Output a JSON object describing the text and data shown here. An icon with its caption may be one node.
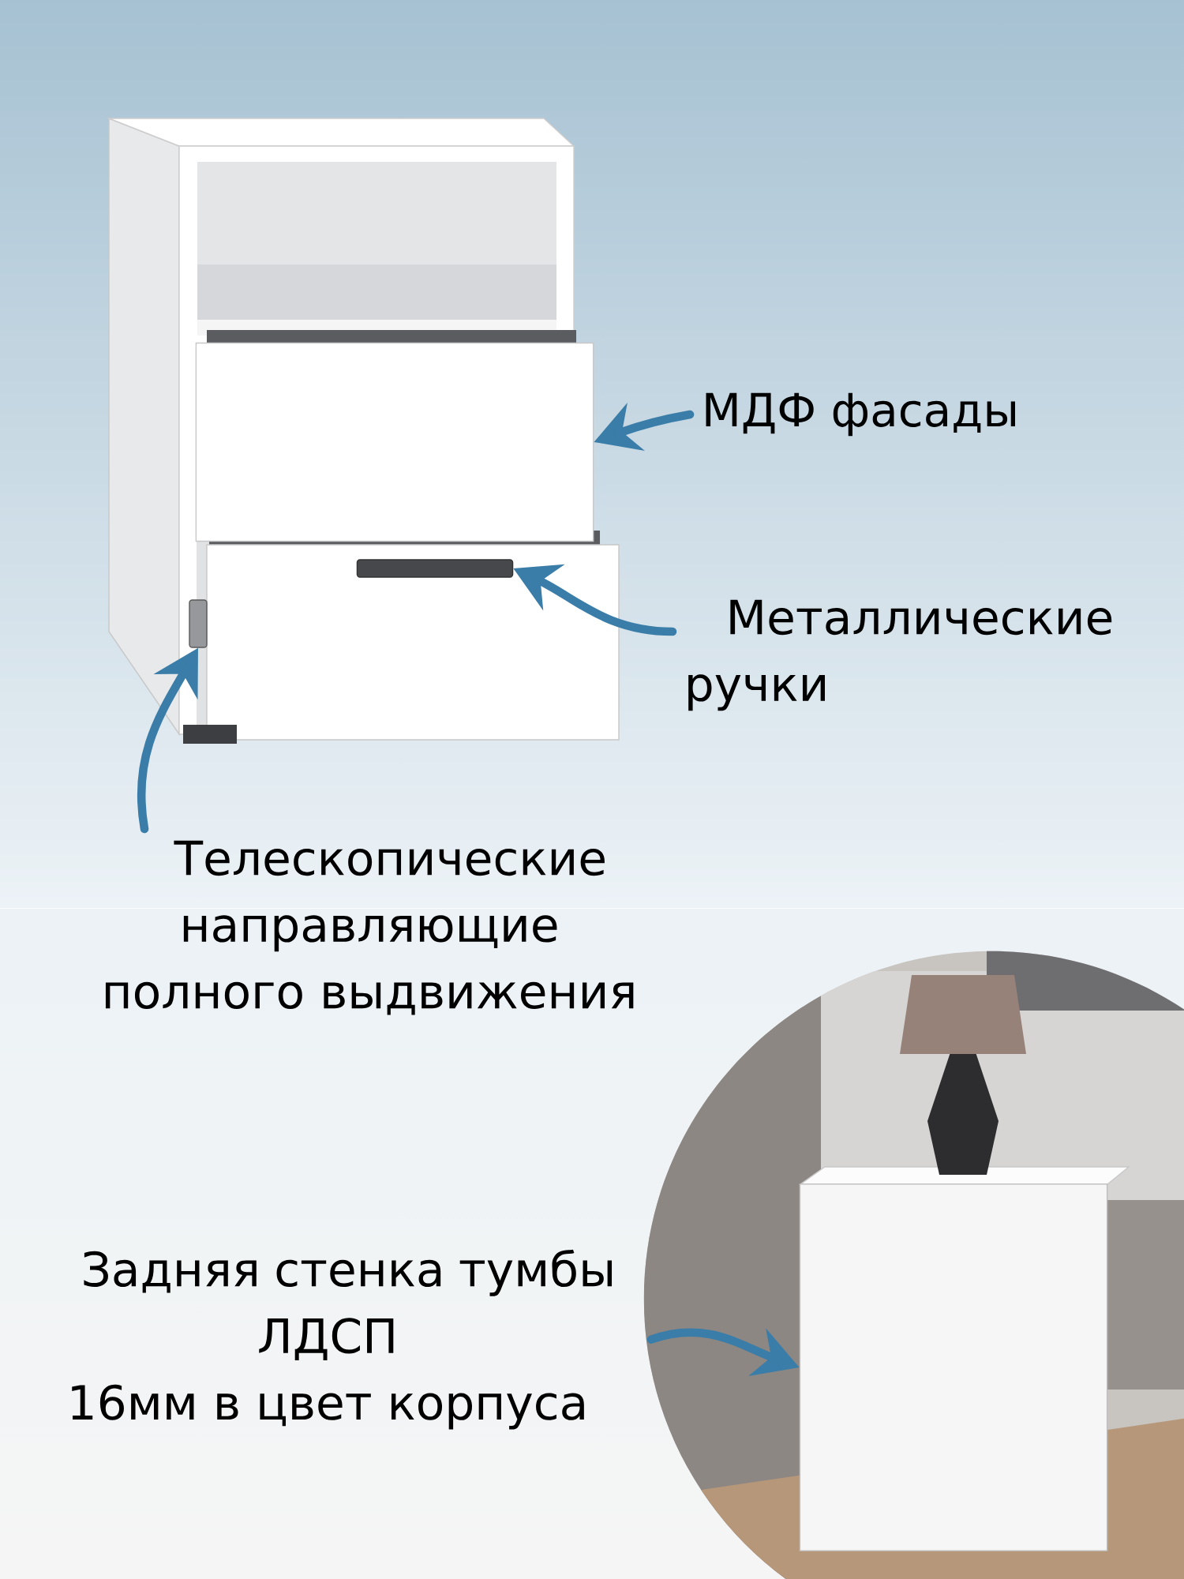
{
  "diagram": {
    "nodes": [
      {
        "text": [
          "МДФ фасады"
        ]
      },
      {
        "text": [],
        "shape": "box"
      },
      {
        "text": [
          "Металлические ручки"
        ]
      },
      {
        "text": [],
        "shape": "bar"
      },
      {
        "text": [
          "Телескопические направляющие полного выдвижения"
        ]
      },
      {
        "text": [],
        "shape": "bar"
      },
      {
        "text": [
          "Задняя стенка тумбы ЛДСП 16мм в цвет корпуса"
        ]
      },
      {
        "text": [],
        "shape": "box"
      }
    ],
    "edges": [
      {
        "from": 0,
        "to": 1,
        "arrow": "to"
      },
      {
        "from": 2,
        "to": 3,
        "arrow": "to"
      },
      {
        "from": 4,
        "to": 5,
        "arrow": "to"
      },
      {
        "from": 6,
        "to": 7,
        "arrow": "to"
      }
    ]
  }
}
